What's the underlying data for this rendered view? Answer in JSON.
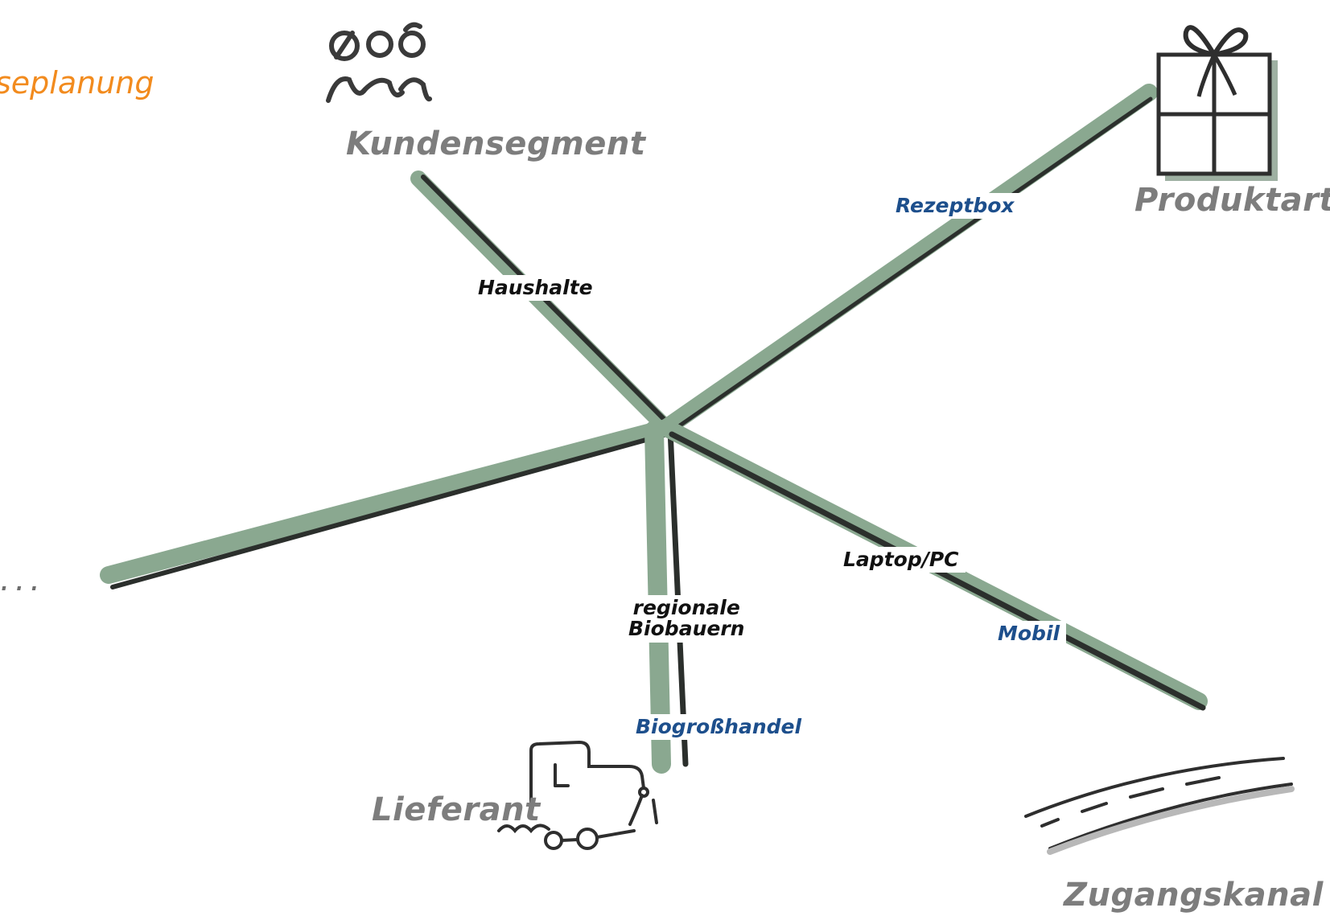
{
  "title": "seplanung",
  "ellipsis": "...",
  "dimensions": {
    "customer_segment": "Kundensegment",
    "product_type": "Produktart",
    "supplier": "Lieferant",
    "access_channel": "Zugangskanal"
  },
  "options": {
    "households": "Haushalte",
    "recipe_box": "Rezeptbox",
    "laptop_pc": "Laptop/PC",
    "mobile": "Mobil",
    "regional_farmers": "regionale\nBiobauern",
    "wholesale": "Biogroßhandel"
  },
  "colors": {
    "stroke_green": "#8aa890",
    "stroke_dark": "#2b2f2c",
    "title_orange": "#f28b1e",
    "category_gray": "#7d7d7d",
    "option_blue": "#1d4f8c"
  },
  "icons": [
    "people-icon",
    "gift-icon",
    "truck-icon",
    "road-icon"
  ]
}
